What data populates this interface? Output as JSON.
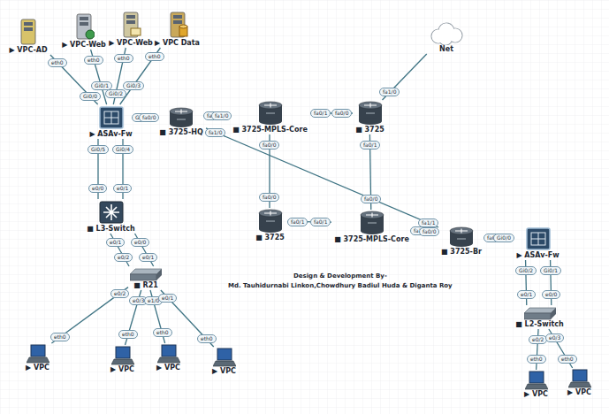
{
  "diagram": {
    "nodes": [
      {
        "text": [
          "▶ VPC-AD"
        ]
      },
      {
        "text": [
          "▶ VPC-Web"
        ]
      },
      {
        "text": [
          "▶ VPC-Web"
        ]
      },
      {
        "text": [
          "▶ VPC Data"
        ]
      },
      {
        "text": [
          "Net"
        ]
      },
      {
        "text": [
          "▶ ASAv-Fw"
        ]
      },
      {
        "text": [
          "■ 3725-HQ"
        ]
      },
      {
        "text": [
          "■ 3725-MPLS-Core"
        ]
      },
      {
        "text": [
          "■ 3725"
        ]
      },
      {
        "text": [
          "■ L3-Switch"
        ]
      },
      {
        "text": [
          "■ 3725"
        ]
      },
      {
        "text": [
          "■ 3725-MPLS-Core"
        ]
      },
      {
        "text": [
          "■ 3725-Br"
        ]
      },
      {
        "text": [
          "▶ ASAv-Fw"
        ]
      },
      {
        "text": [
          "■ R21"
        ]
      },
      {
        "text": [
          "■ L2-Switch"
        ]
      },
      {
        "text": [
          "▶ VPC"
        ]
      },
      {
        "text": [
          "▶ VPC"
        ]
      },
      {
        "text": [
          "▶ VPC"
        ]
      },
      {
        "text": [
          "▶ VPC"
        ]
      },
      {
        "text": [
          "▶ VPC"
        ]
      },
      {
        "text": [
          "▶ VPC"
        ]
      }
    ],
    "edges": [
      {
        "from": 0,
        "to": 5,
        "arrow": "none"
      },
      {
        "from": 1,
        "to": 5,
        "arrow": "none"
      },
      {
        "from": 2,
        "to": 5,
        "arrow": "none"
      },
      {
        "from": 3,
        "to": 5,
        "arrow": "none"
      },
      {
        "from": 5,
        "to": 6,
        "arrow": "none"
      },
      {
        "from": 6,
        "to": 7,
        "arrow": "none"
      },
      {
        "from": 6,
        "to": 12,
        "arrow": "none"
      },
      {
        "from": 7,
        "to": 8,
        "arrow": "none"
      },
      {
        "from": 8,
        "to": 4,
        "arrow": "none"
      },
      {
        "from": 7,
        "to": 10,
        "arrow": "none"
      },
      {
        "from": 8,
        "to": 11,
        "arrow": "none"
      },
      {
        "from": 10,
        "to": 11,
        "arrow": "none"
      },
      {
        "from": 11,
        "to": 12,
        "arrow": "none"
      },
      {
        "from": 12,
        "to": 13,
        "arrow": "none"
      },
      {
        "from": 5,
        "to": 9,
        "arrow": "none"
      },
      {
        "from": 5,
        "to": 9,
        "arrow": "none"
      },
      {
        "from": 9,
        "to": 14,
        "arrow": "none"
      },
      {
        "from": 9,
        "to": 14,
        "arrow": "none"
      },
      {
        "from": 14,
        "to": 16,
        "arrow": "none"
      },
      {
        "from": 14,
        "to": 17,
        "arrow": "none"
      },
      {
        "from": 14,
        "to": 18,
        "arrow": "none"
      },
      {
        "from": 14,
        "to": 19,
        "arrow": "none"
      },
      {
        "from": 13,
        "to": 15,
        "arrow": "none"
      },
      {
        "from": 13,
        "to": 15,
        "arrow": "none"
      },
      {
        "from": 15,
        "to": 20,
        "arrow": "none"
      },
      {
        "from": 15,
        "to": 21,
        "arrow": "none"
      }
    ],
    "labels": [
      "eth0",
      "Gi0/0",
      "eth0",
      "Gi0/1",
      "eth0",
      "Gi0/2",
      "eth0",
      "Gi0/3",
      "Gi0/6",
      "fa0/0",
      "fa0/1",
      "fa1/0",
      "fa1/0",
      "fa1/1",
      "fa0/1",
      "fa0/0",
      "fa1/0",
      "fa0/0",
      "fa0/0",
      "fa0/1",
      "fa0/0",
      "fa0/1",
      "fa0/1",
      "fa1/0",
      "fa0/0",
      "fa0/1",
      "Gi0/0",
      "Gi0/4",
      "e0/1",
      "Gi0/5",
      "e0/0",
      "e0/0",
      "e0/1",
      "e0/1",
      "e0/2",
      "e0/2",
      "eth0",
      "e0/3",
      "eth0",
      "e1/0",
      "eth0",
      "e0/1",
      "eth0",
      "Gi0/1",
      "e0/0",
      "Gi0/2",
      "e0/1",
      "e0/2",
      "eth0",
      "e0/3",
      "eth0",
      "Design & Development By-",
      "Md. Tauhidurnabi Linkon,Chowdhury Badiul Huda & Diganta Roy"
    ]
  }
}
